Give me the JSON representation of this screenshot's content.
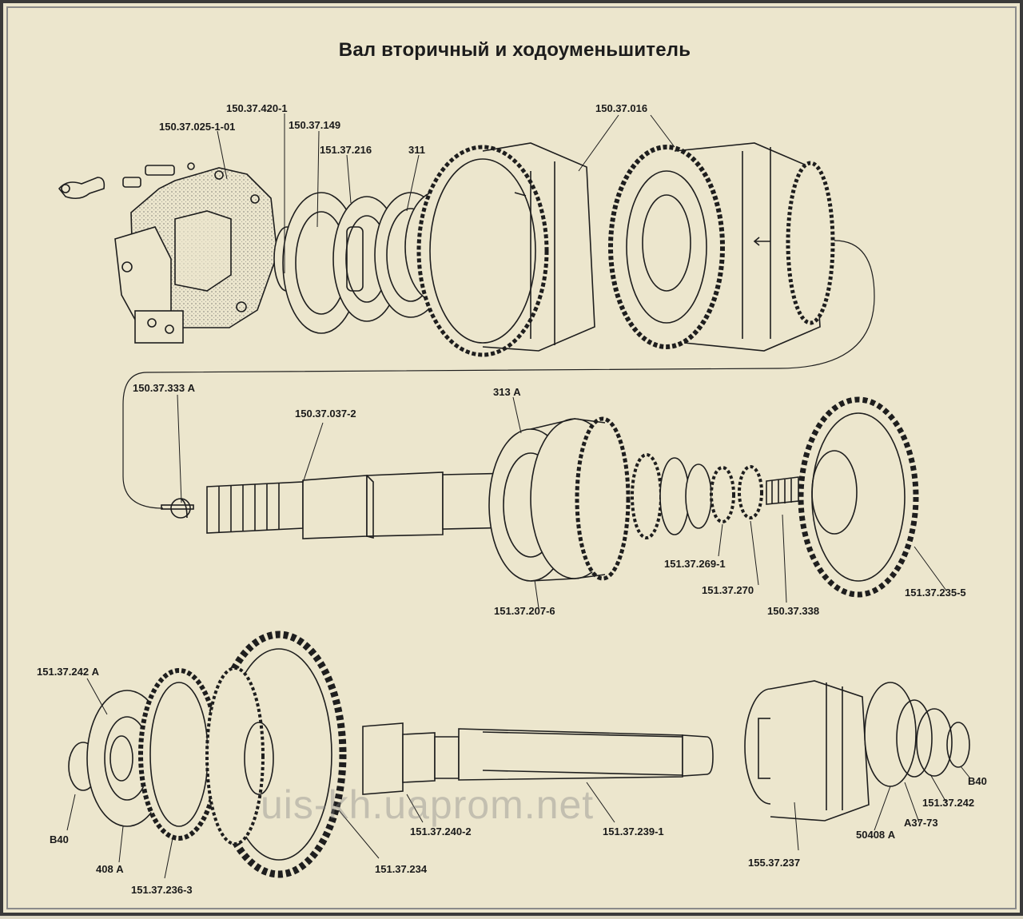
{
  "title": "Вал вторичный и ходоуменьшитель",
  "watermark": "uis-kh.uaprom.net",
  "labels": {
    "p150_37_420_1": "150.37.420-1",
    "p150_37_025_1_01": "150.37.025-1-01",
    "p150_37_149": "150.37.149",
    "p151_37_216": "151.37.216",
    "p311": "311",
    "p150_37_016": "150.37.016",
    "p150_37_333A": "150.37.333 А",
    "p150_37_037_2": "150.37.037-2",
    "p313A": "313 А",
    "p151_37_269_1": "151.37.269-1",
    "p151_37_270": "151.37.270",
    "p150_37_338": "150.37.338",
    "p151_37_235_5": "151.37.235-5",
    "p151_37_207_6": "151.37.207-6",
    "p151_37_242A": "151.37.242 А",
    "pB40_left": "В40",
    "p408A": "408 А",
    "p151_37_236_3": "151.37.236-3",
    "p151_37_234": "151.37.234",
    "p151_37_240_2": "151.37.240-2",
    "p151_37_239_1": "151.37.239-1",
    "p155_37_237": "155.37.237",
    "p50408A": "50408 А",
    "pA37_73": "А37-73",
    "p151_37_242": "151.37.242",
    "pB40_right": "В40"
  },
  "colors": {
    "paper": "#ece6cd",
    "ink": "#1a1a1a",
    "frame": "#3a3a3a"
  }
}
